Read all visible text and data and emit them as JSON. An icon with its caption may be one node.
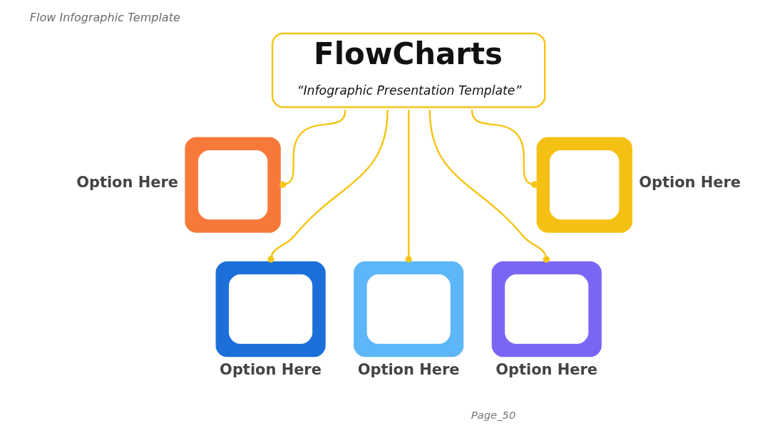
{
  "diagram": {
    "title": "Flow Infographic Template",
    "nodes": [
      {
        "text": [
          "FlowCharts",
          "“Infographic Presentation Template”"
        ]
      },
      {
        "text": [],
        "shape": "box",
        "beside": [
          "Option Here"
        ]
      },
      {
        "text": [],
        "shape": "box",
        "beside": [
          "Option Here"
        ]
      },
      {
        "text": [],
        "shape": "box",
        "beside": [
          "Option Here"
        ]
      },
      {
        "text": [],
        "shape": "box",
        "beside": [
          "Option Here"
        ]
      },
      {
        "text": [],
        "shape": "box",
        "beside": [
          "Option Here"
        ]
      }
    ],
    "edges": [
      {
        "from": 0,
        "to": 1,
        "arrow": "other"
      },
      {
        "from": 0,
        "to": 3,
        "arrow": "other"
      },
      {
        "from": 0,
        "to": 4,
        "arrow": "other"
      },
      {
        "from": 0,
        "to": 5,
        "arrow": "other"
      },
      {
        "from": 0,
        "to": 2,
        "arrow": "other"
      }
    ],
    "labels": [
      "Page_50"
    ]
  }
}
